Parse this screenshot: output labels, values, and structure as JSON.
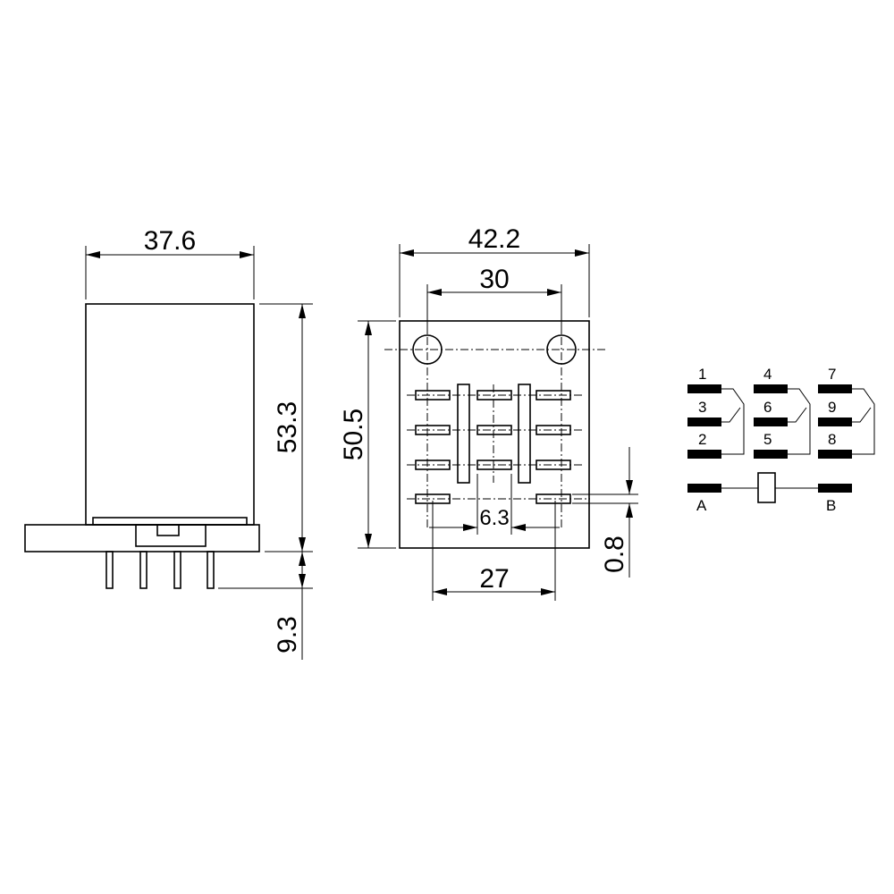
{
  "side_view": {
    "width_label": "37.6",
    "height_label": "53.3",
    "pin_label": "9.3"
  },
  "bottom_view": {
    "width_label": "42.2",
    "hole_spacing_label": "30",
    "height_label": "50.5",
    "pin_pitch_label": "6.3",
    "pin_span_label": "27",
    "pin_thickness_label": "0.8"
  },
  "schematic": {
    "contacts": [
      {
        "top": "1",
        "mid": "3",
        "bottom": "2"
      },
      {
        "top": "4",
        "mid": "6",
        "bottom": "5"
      },
      {
        "top": "7",
        "mid": "9",
        "bottom": "8"
      }
    ],
    "coil": {
      "left": "A",
      "right": "B"
    }
  }
}
